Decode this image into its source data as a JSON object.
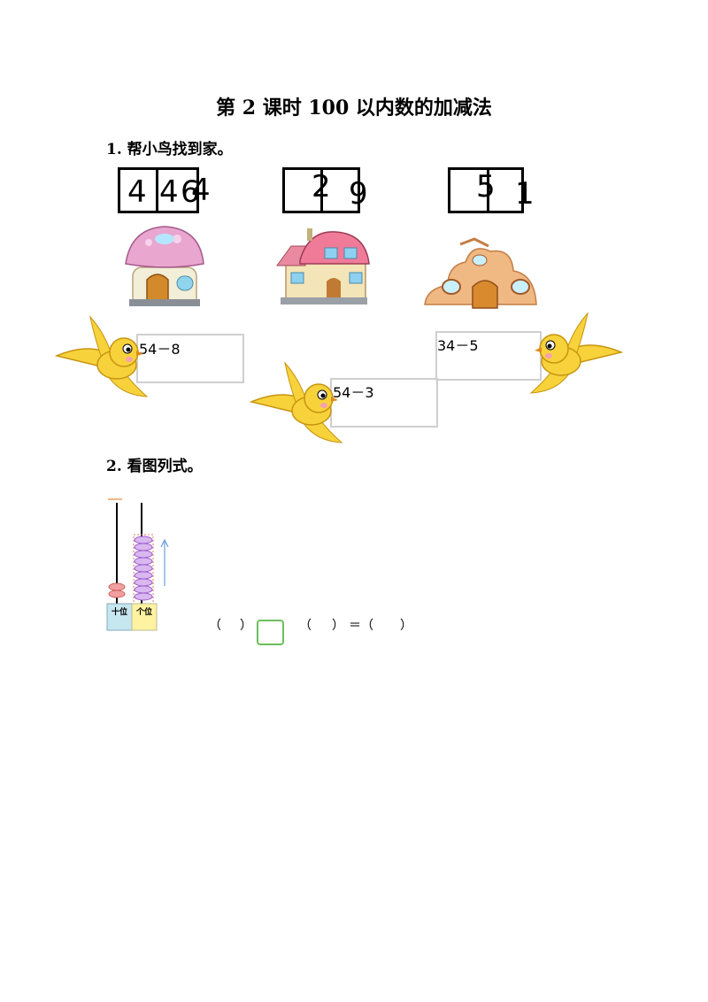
{
  "title": "第 2 课时  100 以内数的加减法",
  "q1": {
    "title": "1. 帮小鸟找到家。",
    "houses": [
      {
        "digits": [
          "4",
          "4",
          "6",
          "4"
        ]
      },
      {
        "digits": [
          "2",
          "9"
        ]
      },
      {
        "digits": [
          "5",
          "1"
        ]
      }
    ],
    "expressions": [
      "54－8",
      "54－3",
      "34－5"
    ]
  },
  "q2": {
    "title": "2. 看图列式。",
    "abacus": {
      "tens_label": "十位",
      "ones_label": "个位",
      "tens_beads": 2,
      "ones_beads": 9
    },
    "formula": {
      "open1": "（",
      "close1": "）",
      "open2": "（",
      "close2": "）",
      "equals": "＝（",
      "close3": "）"
    }
  }
}
